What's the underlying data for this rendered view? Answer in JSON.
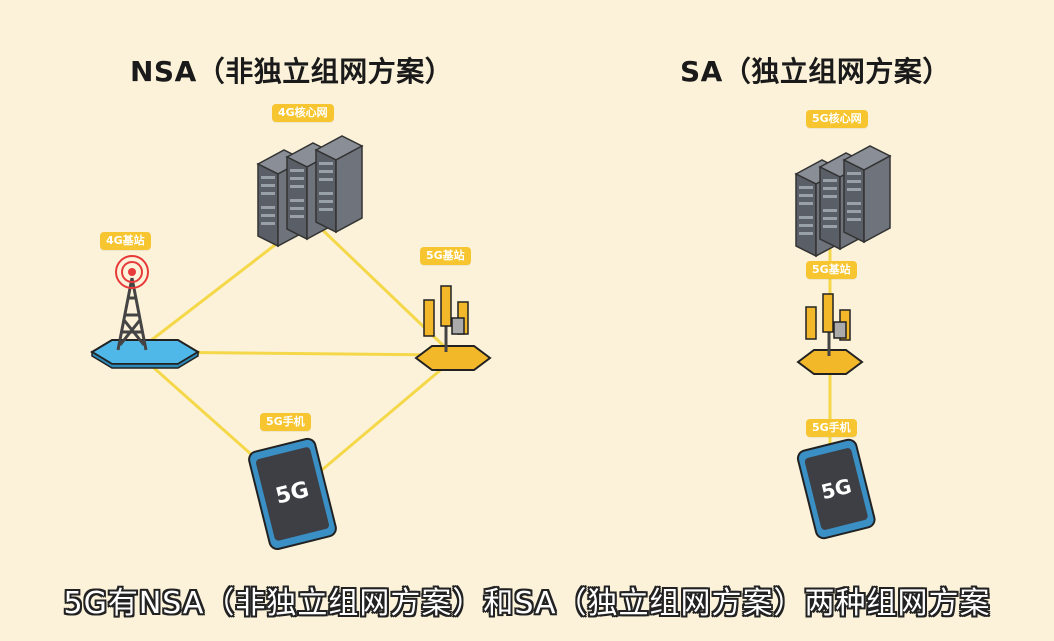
{
  "nsa": {
    "title": "NSA（非独立组网方案）",
    "core_label": "4G核心网",
    "bs4g_label": "4G基站",
    "bs5g_label": "5G基站",
    "phone_label": "5G手机",
    "phone_text": "5G"
  },
  "sa": {
    "title": "SA（独立组网方案）",
    "core_label": "5G核心网",
    "bs5g_label": "5G基站",
    "phone_label": "5G手机",
    "phone_text": "5G"
  },
  "caption": "5G有NSA（非独立组网方案）和SA（独立组网方案）两种组网方案",
  "colors": {
    "background": "#fbf2d9",
    "link": "#f5d84a",
    "tag": "#f7c52f",
    "server": "#5a5e66",
    "base4g": "#4fb8e8",
    "base5g": "#f3b82a",
    "phone": "#3a8fc4"
  }
}
